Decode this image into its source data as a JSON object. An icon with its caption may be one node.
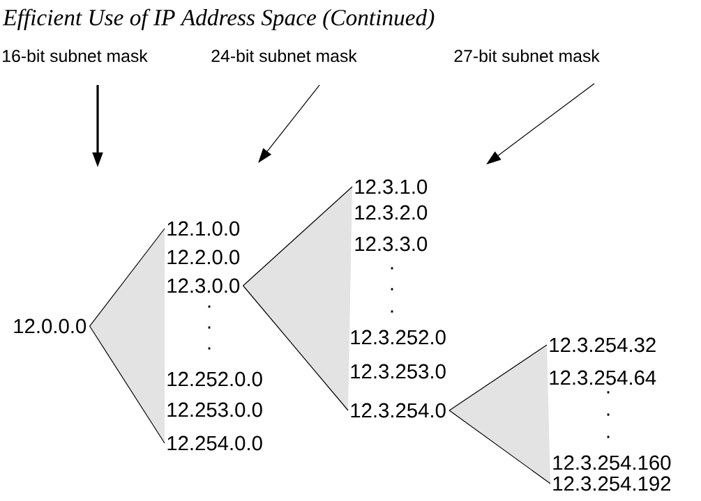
{
  "diagram": {
    "title": "Efficient Use of IP Address Space (Continued)",
    "nodes": [
      {
        "text": [
          "16-bit subnet mask"
        ]
      },
      {
        "text": [
          "24-bit subnet mask"
        ]
      },
      {
        "text": [
          "27-bit subnet mask"
        ]
      },
      {
        "text": [
          "12.0.0.0"
        ]
      },
      {
        "text": [
          "12.1.0.0"
        ]
      },
      {
        "text": [
          "12.2.0.0"
        ]
      },
      {
        "text": [
          "12.3.0.0"
        ]
      },
      {
        "text": [
          "12.252.0.0"
        ]
      },
      {
        "text": [
          "12.253.0.0"
        ]
      },
      {
        "text": [
          "12.254.0.0"
        ]
      },
      {
        "text": [
          "12.3.1.0"
        ]
      },
      {
        "text": [
          "12.3.2.0"
        ]
      },
      {
        "text": [
          "12.3.3.0"
        ]
      },
      {
        "text": [
          "12.3.252.0"
        ]
      },
      {
        "text": [
          "12.3.253.0"
        ]
      },
      {
        "text": [
          "12.3.254.0"
        ]
      },
      {
        "text": [
          "12.3.254.32"
        ]
      },
      {
        "text": [
          "12.3.254.64"
        ]
      },
      {
        "text": [
          "12.3.254.160"
        ]
      },
      {
        "text": [
          "12.3.254.192"
        ]
      }
    ],
    "edges": [
      {
        "from": 0,
        "to": null,
        "arrow": "to",
        "style": "thick"
      },
      {
        "from": 1,
        "to": null,
        "arrow": "to"
      },
      {
        "from": 2,
        "to": null,
        "arrow": "to"
      },
      {
        "from": 3,
        "to": 4,
        "arrow": "none"
      },
      {
        "from": 3,
        "to": 9,
        "arrow": "none"
      },
      {
        "from": 6,
        "to": 10,
        "arrow": "none"
      },
      {
        "from": 6,
        "to": 15,
        "arrow": "none"
      },
      {
        "from": 15,
        "to": 16,
        "arrow": "none"
      },
      {
        "from": 15,
        "to": 19,
        "arrow": "none"
      }
    ],
    "labels": [
      ".",
      ".",
      ".",
      ".",
      ".",
      ".",
      ".",
      ".",
      "."
    ]
  }
}
